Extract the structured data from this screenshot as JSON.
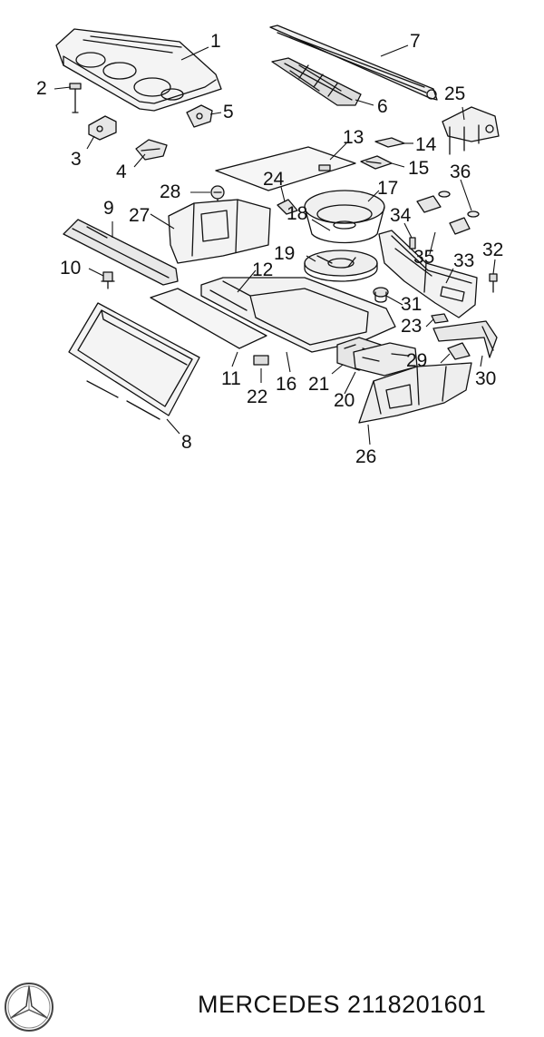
{
  "diagram": {
    "callouts": [
      "1",
      "2",
      "3",
      "4",
      "5",
      "6",
      "7",
      "8",
      "9",
      "10",
      "11",
      "12",
      "13",
      "14",
      "15",
      "16",
      "17",
      "18",
      "19",
      "20",
      "21",
      "22",
      "23",
      "24",
      "25",
      "26",
      "27",
      "28",
      "29",
      "30",
      "31",
      "32",
      "33",
      "34",
      "35",
      "36"
    ]
  },
  "footer": {
    "brand": "MERCEDES",
    "part_number": "2118201601",
    "logo_icon": "mercedes-star-icon"
  }
}
